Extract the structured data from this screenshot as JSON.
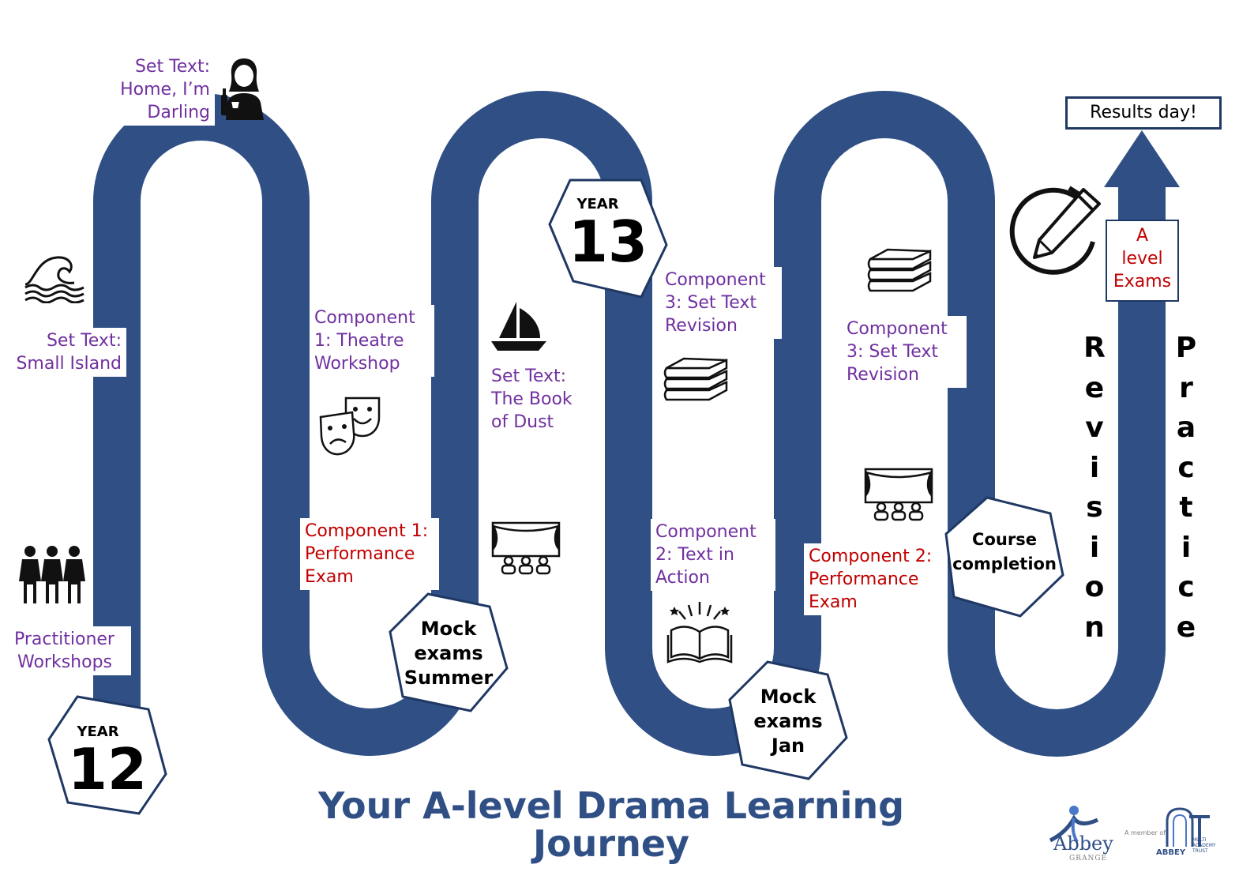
{
  "title": {
    "line1": "Your A-level Drama Learning",
    "line2": "Journey"
  },
  "year12": {
    "word": "YEAR",
    "num": "12"
  },
  "year13": {
    "word": "YEAR",
    "num": "13"
  },
  "labels": {
    "home_darling": [
      "Set Text:",
      "Home, I’m",
      "Darling"
    ],
    "small_island": [
      "Set Text:",
      "Small Island"
    ],
    "practitioner": [
      "Practitioner",
      "Workshops"
    ],
    "c1_workshop": [
      "Component",
      "1: Theatre",
      "Workshop"
    ],
    "c1_exam": [
      "Component 1:",
      "Performance",
      "Exam"
    ],
    "book_dust": [
      "Set Text:",
      "The Book",
      "of Dust"
    ],
    "c3_revision_a": [
      "Component",
      "3: Set Text",
      "Revision"
    ],
    "c2_text": [
      "Component",
      "2: Text in",
      "Action"
    ],
    "c3_revision_b": [
      "Component",
      "3: Set Text",
      "Revision"
    ],
    "c2_exam": [
      "Component 2:",
      "Performance",
      "Exam"
    ]
  },
  "milestones": {
    "mock_summer": [
      "Mock",
      "exams",
      "Summer"
    ],
    "mock_jan": [
      "Mock",
      "exams",
      "Jan"
    ],
    "course_completion": [
      "Course",
      "completion"
    ]
  },
  "results_day": "Results day!",
  "a_level_exams": [
    "A",
    "level",
    "Exams"
  ],
  "revision": [
    "R",
    "e",
    "v",
    "i",
    "s",
    "i",
    "o",
    "n"
  ],
  "practice": [
    "P",
    "r",
    "a",
    "c",
    "t",
    "i",
    "c",
    "e"
  ],
  "logos": {
    "abbey_grange": "Abbey",
    "abbey_grange_sub": "GRANGE",
    "member_of": "A member of",
    "trust": "ABBEY",
    "trust_sub": "MULTI ACADEMY TRUST"
  },
  "colors": {
    "road": "#2f4f85",
    "purple": "#7030a0",
    "red": "#c00000",
    "border": "#1f3864"
  },
  "icons": [
    "woman-icon",
    "wave-icon",
    "people-icon",
    "theatre-masks-icon",
    "sailboat-icon",
    "stage-icon",
    "books-icon",
    "open-book-icon",
    "refresh-pencil-icon"
  ]
}
